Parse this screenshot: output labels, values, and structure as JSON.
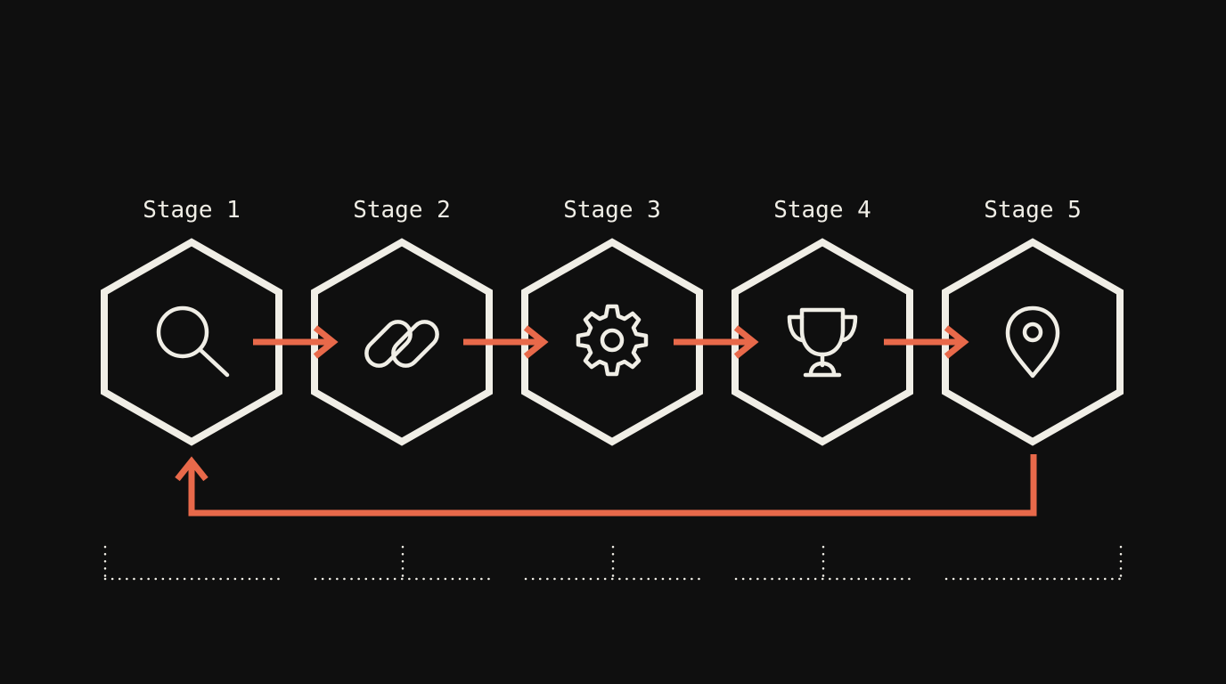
{
  "colors": {
    "background": "#0f0f0f",
    "stroke": "#f0eee6",
    "arrow": "#e8694a"
  },
  "stages": [
    {
      "label": "Stage 1",
      "icon": "search-icon"
    },
    {
      "label": "Stage 2",
      "icon": "link-icon"
    },
    {
      "label": "Stage 3",
      "icon": "gear-icon"
    },
    {
      "label": "Stage 4",
      "icon": "trophy-icon"
    },
    {
      "label": "Stage 5",
      "icon": "location-pin-icon"
    }
  ],
  "connections": [
    {
      "from": "Stage 1",
      "to": "Stage 2"
    },
    {
      "from": "Stage 2",
      "to": "Stage 3"
    },
    {
      "from": "Stage 3",
      "to": "Stage 4"
    },
    {
      "from": "Stage 4",
      "to": "Stage 5"
    },
    {
      "from": "Stage 5",
      "to": "Stage 1",
      "type": "loop-back"
    }
  ]
}
